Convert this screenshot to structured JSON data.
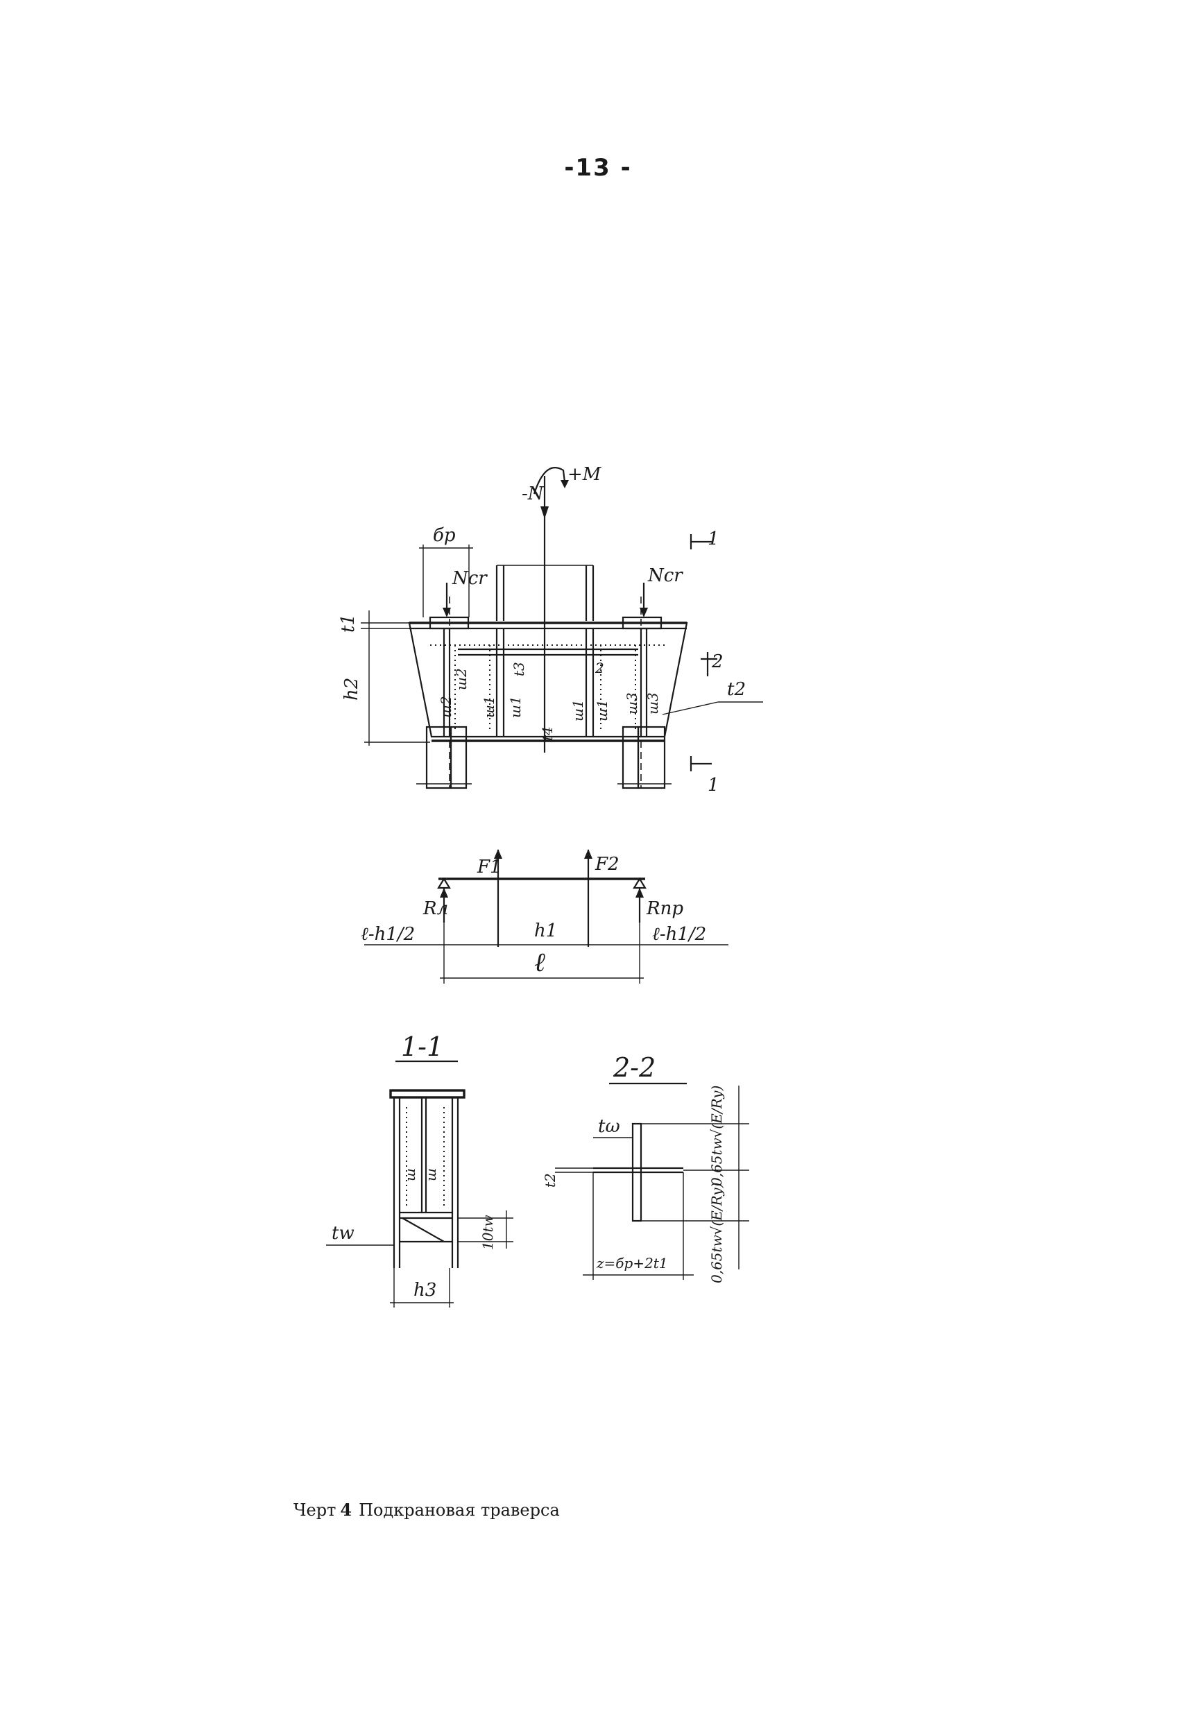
{
  "page": {
    "number": "-13 -"
  },
  "caption": {
    "prefix": "Черт",
    "number": "4",
    "text": "Подкрановая траверса"
  },
  "drawing": {
    "main_view": {
      "force_N": "-N",
      "moment_M": "+M",
      "width_bp": "бр",
      "load_left": "Ncr",
      "load_right": "Ncr",
      "thickness_t1": "t1",
      "height_h2": "h2",
      "dim_t3": "t3",
      "dim_t4": "t4",
      "weld_w1": "ш1",
      "weld_w2": "ш2",
      "weld_w3": "ш3",
      "weld_t2": "t2",
      "section_mark_1": "1",
      "section_mark_2": "2"
    },
    "beam_scheme": {
      "F1": "F1",
      "F2": "F2",
      "R_left": "Rл",
      "R_right": "Rпр",
      "h1": "h1",
      "overhang_left": "ℓ-h1/2",
      "overhang_right": "ℓ-h1/2",
      "span": "ℓ"
    },
    "section_1_1": {
      "title": "1-1",
      "tw": "tw",
      "dim_10tw": "10tw",
      "h3": "h3",
      "weld_w": "ш"
    },
    "section_2_2": {
      "title": "2-2",
      "tw": "tω",
      "t2": "t2",
      "z": "z=бр+2t1",
      "dim_upper": "0,65tw√(E/Ry)",
      "dim_lower": "0,65tw√(E/Ry)"
    }
  }
}
